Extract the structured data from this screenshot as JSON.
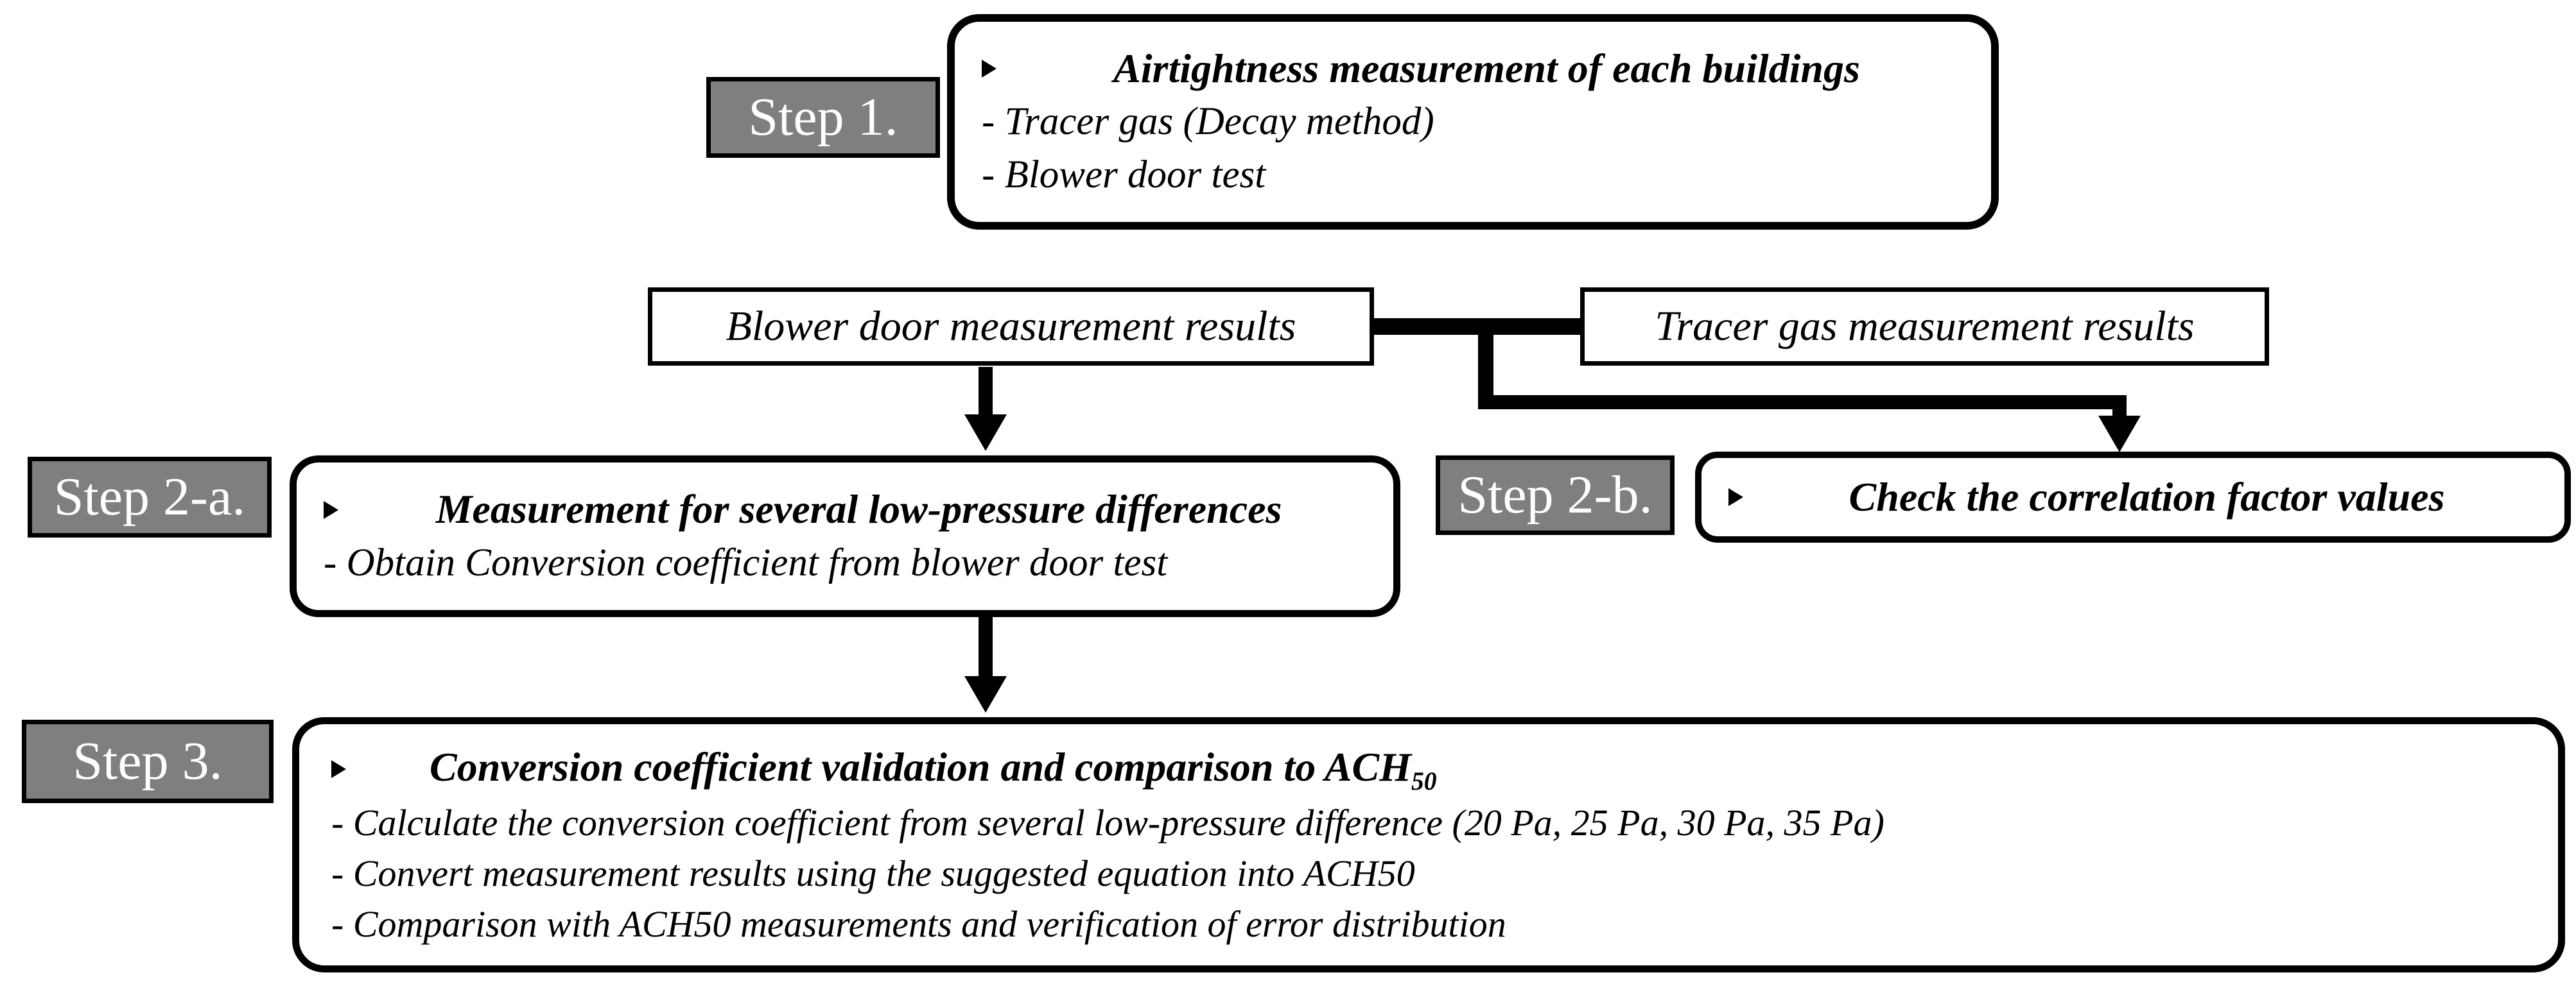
{
  "palette": {
    "label_bg": "#7f7f7f",
    "label_text": "#ffffff",
    "line": "#000000",
    "text": "#000000",
    "bg": "#ffffff"
  },
  "step1": {
    "label": "Step 1.",
    "title": "Airtightness measurement of each buildings",
    "items": [
      "- Tracer gas (Decay method)",
      "- Blower door test"
    ]
  },
  "results": {
    "blower": "Blower door measurement results",
    "tracer": "Tracer gas measurement results"
  },
  "step2a": {
    "label": "Step 2-a.",
    "title": "Measurement for several low-pressure differences",
    "items": [
      "- Obtain Conversion coefficient from blower door test"
    ]
  },
  "step2b": {
    "label": "Step 2-b.",
    "title": "Check the correlation factor values"
  },
  "step3": {
    "label": "Step 3.",
    "title_main": "Conversion coefficient validation and comparison to ACH",
    "title_sub": "50",
    "items": [
      "- Calculate the conversion coefficient from several low-pressure difference (20 Pa, 25 Pa, 30 Pa, 35 Pa)",
      "- Convert measurement results using the suggested equation into ACH50",
      "- Comparison with ACH50 measurements and verification of error distribution"
    ]
  }
}
